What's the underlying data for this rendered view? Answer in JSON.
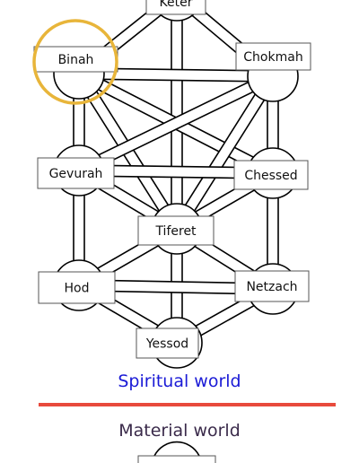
{
  "diagram": {
    "nodes": [
      {
        "id": "keter",
        "label": "Keter"
      },
      {
        "id": "binah",
        "label": "Binah"
      },
      {
        "id": "chokmah",
        "label": "Chokmah"
      },
      {
        "id": "gevurah",
        "label": "Gevurah"
      },
      {
        "id": "chessed",
        "label": "Chessed"
      },
      {
        "id": "tiferet",
        "label": "Tiferet"
      },
      {
        "id": "hod",
        "label": "Hod"
      },
      {
        "id": "netzach",
        "label": "Netzach"
      },
      {
        "id": "yessod",
        "label": "Yessod"
      }
    ],
    "highlighted": "binah"
  },
  "labels": {
    "spiritual": "Spiritual world",
    "material": "Material world"
  },
  "colors": {
    "highlight": "#e8b53a",
    "divider": "#e84a3c",
    "spiritual_text": "#1a1ad6",
    "material_text": "#3a2a4a"
  }
}
